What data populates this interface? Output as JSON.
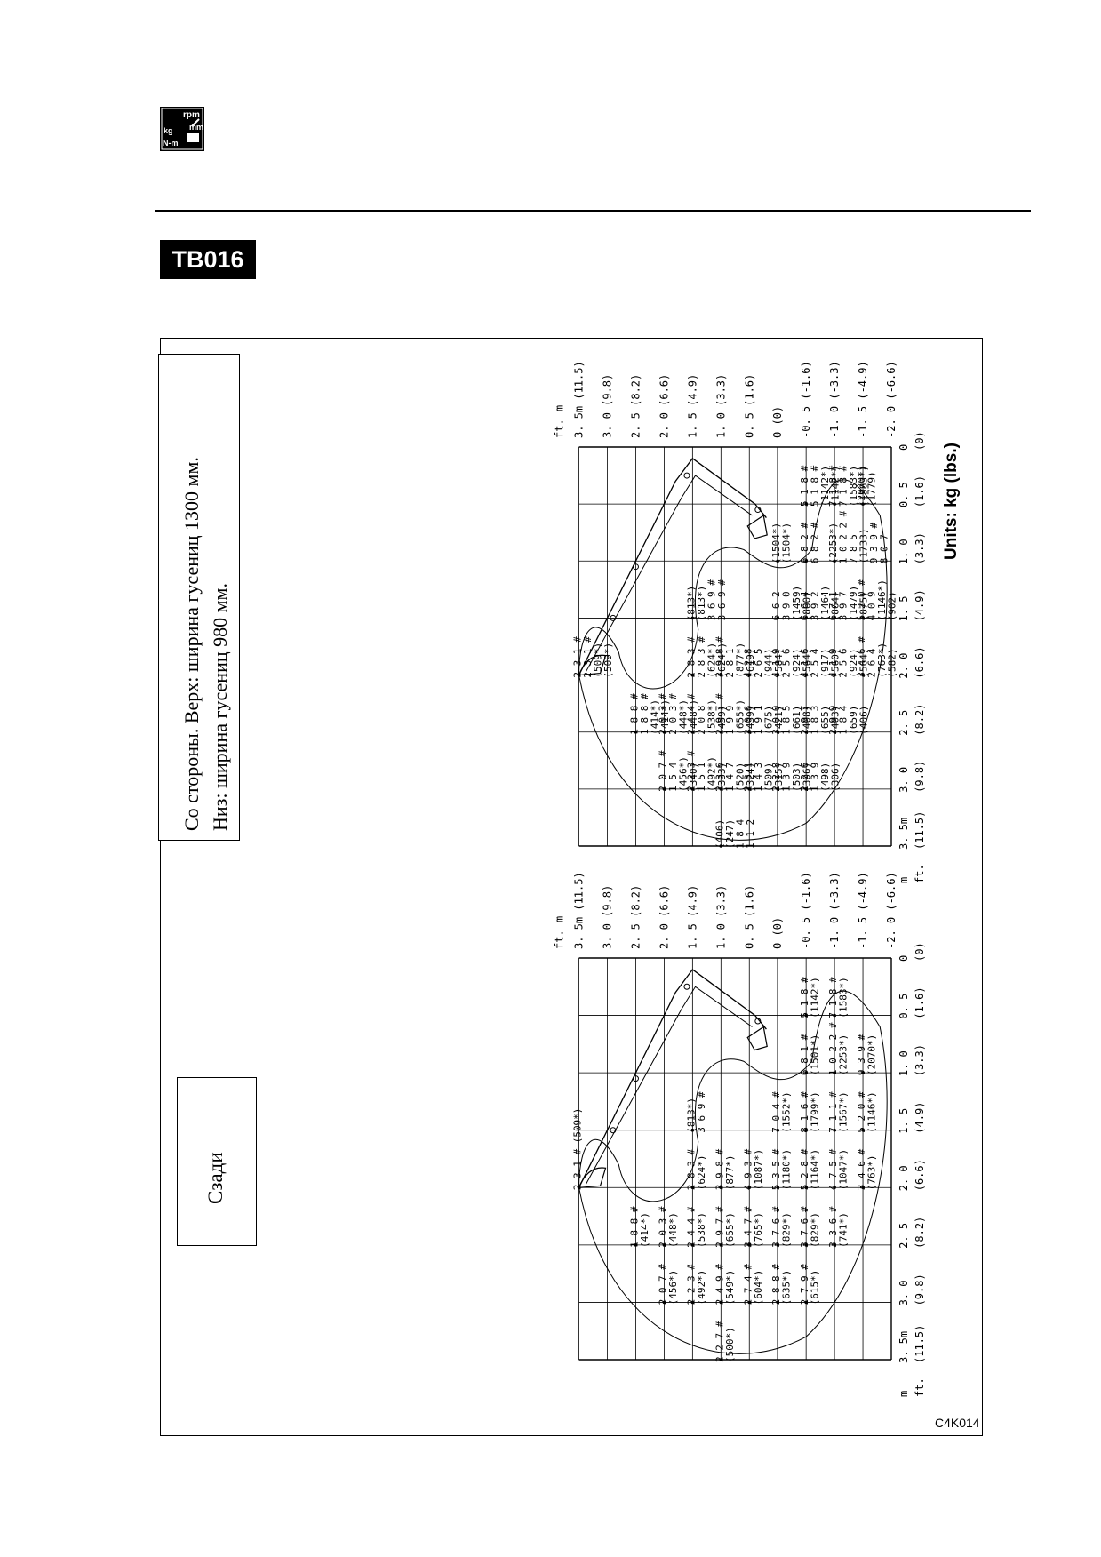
{
  "header": {
    "icon_labels": [
      "rpm",
      "mm",
      "kg",
      "N-m"
    ],
    "model_code": "TB016"
  },
  "notes": {
    "side_line1": "Со стороны. Верх: ширина гусениц 1300 мм.",
    "side_line2": "Низ: ширина гусениц  980 мм.",
    "rear": "Сзади"
  },
  "units_label": "Units: kg (lbs.)",
  "figure_code": "C4K014",
  "charts": {
    "height_unit_m": "m",
    "height_unit_ft": "ft.",
    "radius_unit_m": "m",
    "radius_unit_ft": "ft.",
    "height_labels": [
      {
        "m": "3. 5m",
        "ft": "(11.5)"
      },
      {
        "m": "3. 0",
        "ft": "(9.8)"
      },
      {
        "m": "2. 5",
        "ft": "(8.2)"
      },
      {
        "m": "2. 0",
        "ft": "(6.6)"
      },
      {
        "m": "1. 5",
        "ft": "(4.9)"
      },
      {
        "m": "1. 0",
        "ft": "(3.3)"
      },
      {
        "m": "0. 5",
        "ft": "(1.6)"
      },
      {
        "m": "0",
        "ft": "(0)"
      },
      {
        "m": "-0. 5",
        "ft": "(-1.6)"
      },
      {
        "m": "-1. 0",
        "ft": "(-3.3)"
      },
      {
        "m": "-1. 5",
        "ft": "(-4.9)"
      },
      {
        "m": "-2. 0",
        "ft": "(-6.6)"
      }
    ],
    "radius_labels": [
      {
        "m": "0",
        "ft": "(0)"
      },
      {
        "m": "0. 5",
        "ft": "(1.6)"
      },
      {
        "m": "1. 0",
        "ft": "(3.3)"
      },
      {
        "m": "1. 5",
        "ft": "(4.9)"
      },
      {
        "m": "2. 0",
        "ft": "(6.6)"
      },
      {
        "m": "2. 5",
        "ft": "(8.2)"
      },
      {
        "m": "3. 0",
        "ft": "(9.8)"
      },
      {
        "m": "3. 5m",
        "ft": "(11.5)"
      }
    ],
    "side": [
      {
        "r": 2.0,
        "h": 3.5,
        "vals": [
          "2 3 1 #",
          "2 3 1 #",
          "(509*)",
          "(509*)"
        ]
      },
      {
        "r": 2.5,
        "h": 2.5,
        "vals": [
          "1 8 8 #",
          "1 8 8 #",
          "(414*)",
          "(414*)"
        ]
      },
      {
        "r": 1.5,
        "h": 1.5,
        "vals": [
          "(813*)",
          "(813*)",
          "3 6 9 #",
          "3 6 9 #"
        ]
      },
      {
        "r": 2.0,
        "h": 1.5,
        "vals": [
          "2 8 3 #",
          "2 8 3 #",
          "(624*)",
          "(624*)"
        ]
      },
      {
        "r": 2.5,
        "h": 2.0,
        "vals": [
          "2 0 3 #",
          "2 0 3 #",
          "(448*)",
          "(448*)"
        ]
      },
      {
        "r": 3.0,
        "h": 2.0,
        "vals": [
          "2 0 7 #",
          "1 5 4",
          "(456*)",
          "(340)"
        ]
      },
      {
        "r": 2.5,
        "h": 1.5,
        "vals": [
          "2 4 4 #",
          "2 0 8",
          "(538*)",
          "(459)"
        ]
      },
      {
        "r": 3.0,
        "h": 1.5,
        "vals": [
          "2 2 3 #",
          "1 5 1",
          "(492*)",
          "(333)"
        ]
      },
      {
        "r": 2.0,
        "h": 1.0,
        "vals": [
          "3 9 8 #",
          "2 8 1",
          "(877*)",
          "(619)"
        ]
      },
      {
        "r": 2.5,
        "h": 1.0,
        "vals": [
          "2 9 7 #",
          "1 9 9",
          "(655*)",
          "(439)"
        ]
      },
      {
        "r": 3.0,
        "h": 1.0,
        "vals": [
          "2 3 6",
          "1 4 7",
          "(520)",
          "(324)"
        ]
      },
      {
        "r": 3.5,
        "h": 1.0,
        "vals": [
          "(406)",
          "(247)",
          "1 8 4",
          "1 1 2"
        ]
      },
      {
        "r": 2.0,
        "h": 0.5,
        "vals": [
          "4 2 8",
          "2 6 5",
          "(944)",
          "(584)"
        ]
      },
      {
        "r": 2.5,
        "h": 0.5,
        "vals": [
          "3 0 6",
          "1 9 1",
          "(675)",
          "(421)"
        ]
      },
      {
        "r": 3.0,
        "h": 0.5,
        "vals": [
          "2 3 1",
          "1 4 3",
          "(509)",
          "(315)"
        ]
      },
      {
        "r": 1.5,
        "h": 0,
        "vals": [
          "6 6 2",
          "3 9 0",
          "(1459)",
          "(860)"
        ]
      },
      {
        "r": 2.0,
        "h": 0,
        "vals": [
          "4 1 9",
          "2 5 6",
          "(924)",
          "(564)"
        ]
      },
      {
        "r": 2.5,
        "h": 0,
        "vals": [
          "3 0 0",
          "1 8 5",
          "(661)",
          "(408)"
        ]
      },
      {
        "r": 3.0,
        "h": 0,
        "vals": [
          "2 2 8",
          "1 3 9",
          "(503)",
          "(306)"
        ]
      },
      {
        "r": 1.0,
        "h": 0,
        "vals": [
          "(1504*)",
          "(1504*)"
        ]
      },
      {
        "r": 0.5,
        "h": -0.5,
        "vals": [
          "5 1 8 #",
          "5 1 8 #",
          "(1142*)",
          "(1142*)"
        ]
      },
      {
        "r": 1.0,
        "h": -0.5,
        "vals": [
          "6 8 2 #",
          "6 8 2 #"
        ]
      },
      {
        "r": 1.5,
        "h": -0.5,
        "vals": [
          "6 6 4",
          "3 9 2",
          "(1464)",
          "(864)"
        ]
      },
      {
        "r": 2.0,
        "h": -0.5,
        "vals": [
          "4 1 6",
          "2 5 4",
          "(917)",
          "(560)"
        ]
      },
      {
        "r": 2.5,
        "h": -0.5,
        "vals": [
          "2 9 7",
          "1 8 3",
          "(655)",
          "(403)"
        ]
      },
      {
        "r": 3.0,
        "h": -0.5,
        "vals": [
          "2 2 6",
          "1 3 9",
          "(498)",
          "(306)"
        ]
      },
      {
        "r": 0.5,
        "h": -1.0,
        "vals": [
          "7 1 8 #",
          "7 1 8 #",
          "(1583*)",
          "(1583*)"
        ]
      },
      {
        "r": 1.0,
        "h": -1.0,
        "vals": [
          "(2253*)",
          "1 0 2 2 #",
          "7 8 5",
          "(1733)",
          "9 3 9 #",
          "8 0 7"
        ]
      },
      {
        "r": 1.5,
        "h": -1.0,
        "vals": [
          "6 7 1",
          "3 9 7",
          "(1479)",
          "(875)"
        ]
      },
      {
        "r": 2.0,
        "h": -1.0,
        "vals": [
          "4 1 9",
          "2 5 6",
          "(924)",
          "(564)"
        ]
      },
      {
        "r": 2.5,
        "h": -1.0,
        "vals": [
          "2 9 9",
          "1 8 4",
          "(659)",
          "(406)"
        ]
      },
      {
        "r": 0.5,
        "h": -1.5,
        "vals": [
          "(2070*)",
          "(1779)"
        ]
      },
      {
        "r": 1.5,
        "h": -1.5,
        "vals": [
          "5 2 0 #",
          "4 0 9",
          "(1146*)",
          "(902)"
        ]
      },
      {
        "r": 2.0,
        "h": -1.5,
        "vals": [
          "3 4 6 #",
          "2 6 4",
          "(763*)",
          "(582)"
        ]
      }
    ],
    "rear": [
      {
        "r": 2.0,
        "h": 3.5,
        "vals": [
          "2 3 1 # (509*)"
        ]
      },
      {
        "r": 2.5,
        "h": 2.5,
        "vals": [
          "1 8 8 #",
          "(414*)"
        ]
      },
      {
        "r": 1.5,
        "h": 1.5,
        "vals": [
          "(813*)",
          "3 6 9 #"
        ]
      },
      {
        "r": 2.5,
        "h": 2.0,
        "vals": [
          "2 0 3 #",
          "(448*)"
        ]
      },
      {
        "r": 3.0,
        "h": 2.0,
        "vals": [
          "2 0 7 #",
          "(456*)"
        ]
      },
      {
        "r": 2.0,
        "h": 1.5,
        "vals": [
          "2 8 3 #",
          "(624*)"
        ]
      },
      {
        "r": 2.5,
        "h": 1.5,
        "vals": [
          "2 4 4 #",
          "(538*)"
        ]
      },
      {
        "r": 3.0,
        "h": 1.5,
        "vals": [
          "2 2 3 #",
          "(492*)"
        ]
      },
      {
        "r": 2.0,
        "h": 1.0,
        "vals": [
          "3 9 8 #",
          "(877*)"
        ]
      },
      {
        "r": 2.5,
        "h": 1.0,
        "vals": [
          "2 9 7 #",
          "(655*)"
        ]
      },
      {
        "r": 3.0,
        "h": 1.0,
        "vals": [
          "2 4 9 #",
          "(549*)"
        ]
      },
      {
        "r": 3.5,
        "h": 1.0,
        "vals": [
          "2 2 7 #",
          "(500*)"
        ]
      },
      {
        "r": 2.0,
        "h": 0.5,
        "vals": [
          "4 9 3 #",
          "(1087*)"
        ]
      },
      {
        "r": 2.5,
        "h": 0.5,
        "vals": [
          "3 4 7 #",
          "(765*)"
        ]
      },
      {
        "r": 3.0,
        "h": 0.5,
        "vals": [
          "2 7 4 #",
          "(604*)"
        ]
      },
      {
        "r": 1.5,
        "h": 0,
        "vals": [
          "7 0 4 #",
          "(1552*)"
        ]
      },
      {
        "r": 2.0,
        "h": 0,
        "vals": [
          "5 3 5 #",
          "(1180*)"
        ]
      },
      {
        "r": 2.5,
        "h": 0,
        "vals": [
          "3 7 6 #",
          "(829*)"
        ]
      },
      {
        "r": 3.0,
        "h": 0,
        "vals": [
          "2 8 8 #",
          "(635*)"
        ]
      },
      {
        "r": 0.5,
        "h": -0.5,
        "vals": [
          "5 1 8 #",
          "(1142*)"
        ]
      },
      {
        "r": 1.0,
        "h": -0.5,
        "vals": [
          "6 8 1 #",
          "(1501*)"
        ]
      },
      {
        "r": 1.5,
        "h": -0.5,
        "vals": [
          "8 1 6 #",
          "(1799*)"
        ]
      },
      {
        "r": 2.0,
        "h": -0.5,
        "vals": [
          "5 2 8 #",
          "(1164*)"
        ]
      },
      {
        "r": 2.5,
        "h": -0.5,
        "vals": [
          "3 7 6 #",
          "(829*)"
        ]
      },
      {
        "r": 3.0,
        "h": -0.5,
        "vals": [
          "2 7 9 #",
          "(615*)"
        ]
      },
      {
        "r": 0.5,
        "h": -1.0,
        "vals": [
          "7 1 8 #",
          "(1583*)"
        ]
      },
      {
        "r": 1.0,
        "h": -1.0,
        "vals": [
          "1 0 2 2 #",
          "(2253*)"
        ]
      },
      {
        "r": 1.5,
        "h": -1.0,
        "vals": [
          "7 1 1 #",
          "(1567*)"
        ]
      },
      {
        "r": 2.0,
        "h": -1.0,
        "vals": [
          "4 7 5 #",
          "(1047*)"
        ]
      },
      {
        "r": 2.5,
        "h": -1.0,
        "vals": [
          "3 3 6 #",
          "(741*)"
        ]
      },
      {
        "r": 1.0,
        "h": -1.5,
        "vals": [
          "9 3 9 #",
          "(2070*)"
        ]
      },
      {
        "r": 1.5,
        "h": -1.5,
        "vals": [
          "5 2 0 #",
          "(1146*)"
        ]
      },
      {
        "r": 2.0,
        "h": -1.5,
        "vals": [
          "3 4 6 #",
          "(763*)"
        ]
      }
    ]
  }
}
